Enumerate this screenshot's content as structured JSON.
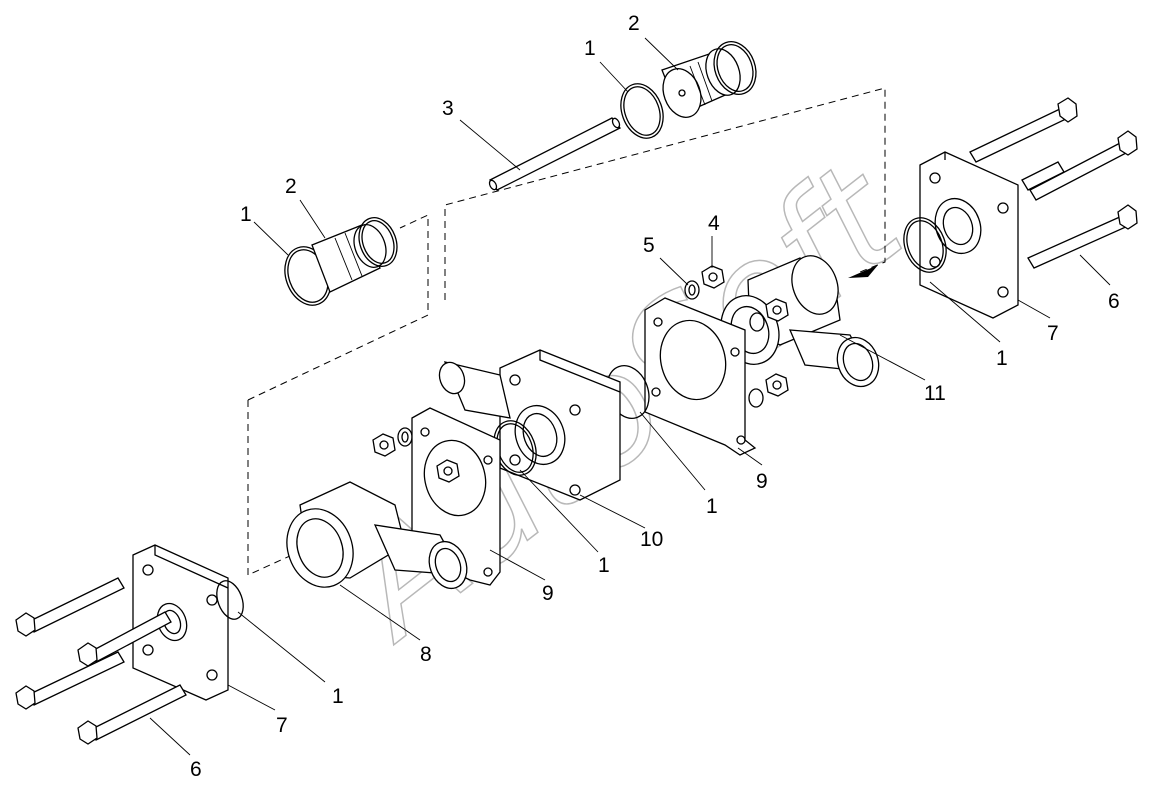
{
  "watermark": "AutoSoft",
  "callouts": [
    {
      "id": "c1",
      "text": "1"
    },
    {
      "id": "c2",
      "text": "2"
    },
    {
      "id": "c3",
      "text": "3"
    },
    {
      "id": "c4",
      "text": "1"
    },
    {
      "id": "c5",
      "text": "2"
    },
    {
      "id": "c6",
      "text": "4"
    },
    {
      "id": "c7",
      "text": "5"
    },
    {
      "id": "c8",
      "text": "1"
    },
    {
      "id": "c9",
      "text": "7"
    },
    {
      "id": "c10",
      "text": "6"
    },
    {
      "id": "c11",
      "text": "11"
    },
    {
      "id": "c12",
      "text": "9"
    },
    {
      "id": "c13",
      "text": "1"
    },
    {
      "id": "c14",
      "text": "10"
    },
    {
      "id": "c15",
      "text": "1"
    },
    {
      "id": "c16",
      "text": "9"
    },
    {
      "id": "c17",
      "text": "8"
    },
    {
      "id": "c18",
      "text": "1"
    },
    {
      "id": "c19",
      "text": "7"
    },
    {
      "id": "c20",
      "text": "6"
    }
  ]
}
